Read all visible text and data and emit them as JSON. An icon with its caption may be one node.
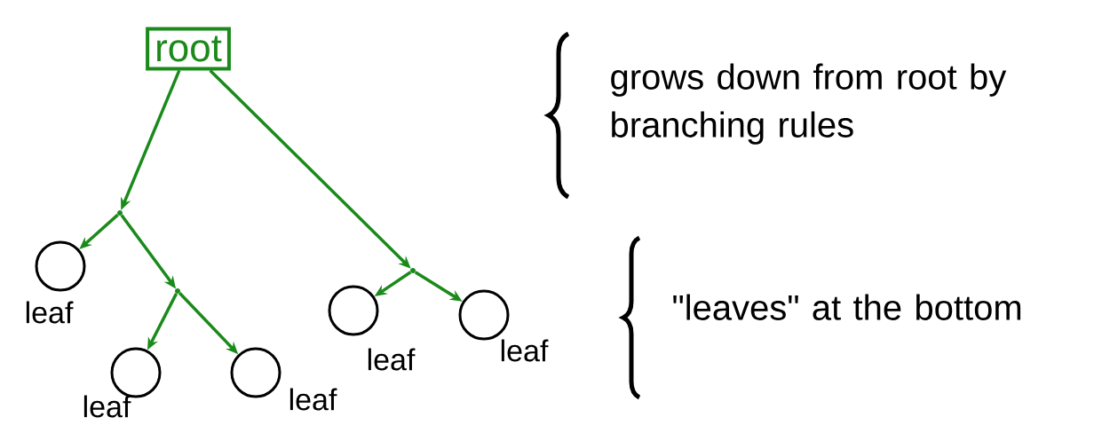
{
  "diagram": {
    "nodes": [
      {
        "text": [
          "root"
        ]
      },
      {
        "text": [],
        "shape": "point"
      },
      {
        "text": [],
        "shape": "circle",
        "beside": [
          "leaf"
        ]
      },
      {
        "text": [],
        "shape": "point"
      },
      {
        "text": [],
        "shape": "point"
      },
      {
        "text": [],
        "shape": "circle",
        "beside": [
          "leaf"
        ]
      },
      {
        "text": [],
        "shape": "circle",
        "beside": [
          "leaf"
        ]
      },
      {
        "text": [],
        "shape": "circle",
        "beside": [
          "leaf"
        ]
      },
      {
        "text": [],
        "shape": "circle",
        "beside": [
          "leaf"
        ]
      }
    ],
    "edges": [
      {
        "from": 0,
        "to": 1,
        "arrow": "to"
      },
      {
        "from": 1,
        "to": 2,
        "arrow": "to"
      },
      {
        "from": 1,
        "to": 4,
        "arrow": "to"
      },
      {
        "from": 4,
        "to": 7,
        "arrow": "to"
      },
      {
        "from": 4,
        "to": 8,
        "arrow": "to"
      },
      {
        "from": 0,
        "to": 3,
        "arrow": "to"
      },
      {
        "from": 3,
        "to": 5,
        "arrow": "to"
      },
      {
        "from": 3,
        "to": 6,
        "arrow": "to"
      }
    ],
    "labels": [
      "grows down from root by branching rules",
      "\"leaves\" at the bottom"
    ]
  }
}
